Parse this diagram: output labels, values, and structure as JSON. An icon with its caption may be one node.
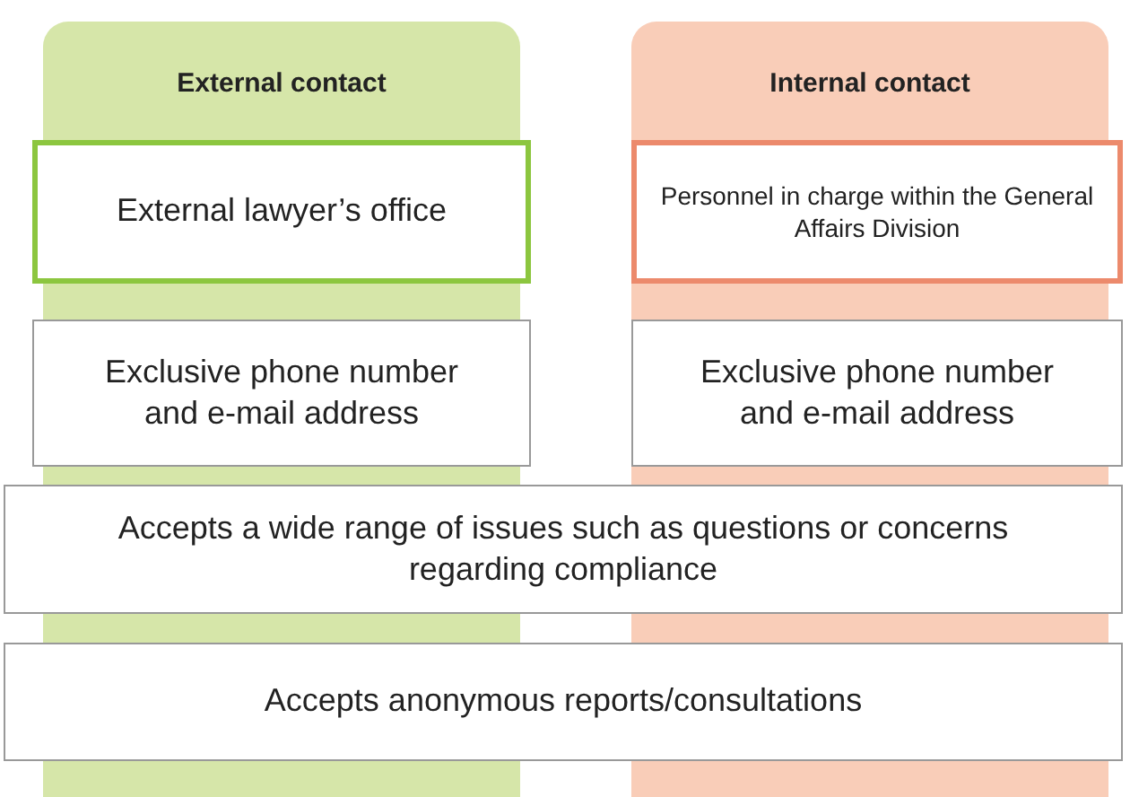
{
  "diagram": {
    "nodes": [
      {
        "text": [
          "External contact"
        ]
      },
      {
        "text": [
          "Internal contact"
        ]
      },
      {
        "text": [
          "External lawyer’s office"
        ],
        "in": 0
      },
      {
        "text": [
          "Personnel in charge within the General Affairs Division"
        ],
        "in": 1
      },
      {
        "text": [
          "Exclusive phone number and e-mail address"
        ],
        "in": 0
      },
      {
        "text": [
          "Exclusive phone number and e-mail address"
        ],
        "in": 1
      },
      {
        "text": [
          "Accepts a wide range of issues such as questions or concerns regarding compliance"
        ]
      },
      {
        "text": [
          "Accepts anonymous reports/consultations"
        ]
      }
    ]
  }
}
